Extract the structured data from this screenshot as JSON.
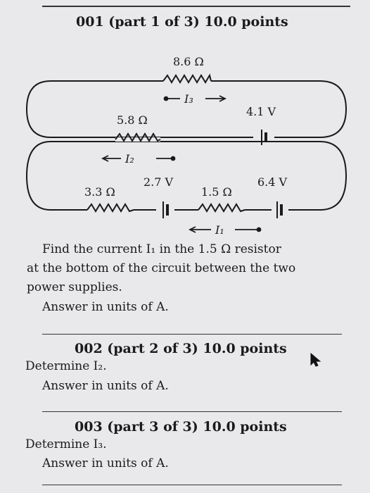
{
  "part1": {
    "title": "001 (part 1 of 3) 10.0 points",
    "question_line1": "Find the current I₁ in the 1.5 Ω resistor",
    "question_line2": "at the bottom of the circuit between the two",
    "question_line3": "power supplies.",
    "answer_units": "Answer in units of A."
  },
  "part2": {
    "title": "002 (part 2 of 3) 10.0 points",
    "question": "Determine I₂.",
    "answer_units": "Answer in units of A."
  },
  "part3": {
    "title": "003 (part 3 of 3) 10.0 points",
    "question": "Determine I₃.",
    "answer_units": "Answer in units of A."
  },
  "circuit": {
    "r_top": "8.6 Ω",
    "r_middle": "5.8 Ω",
    "r_bottom_left": "3.3 Ω",
    "r_bottom_mid": "1.5 Ω",
    "v_top": "4.1 V",
    "v_bottom_left": "2.7 V",
    "v_bottom_right": "6.4 V",
    "i3_label": "I₃",
    "i2_label": "I₂",
    "i1_label": "I₁"
  }
}
